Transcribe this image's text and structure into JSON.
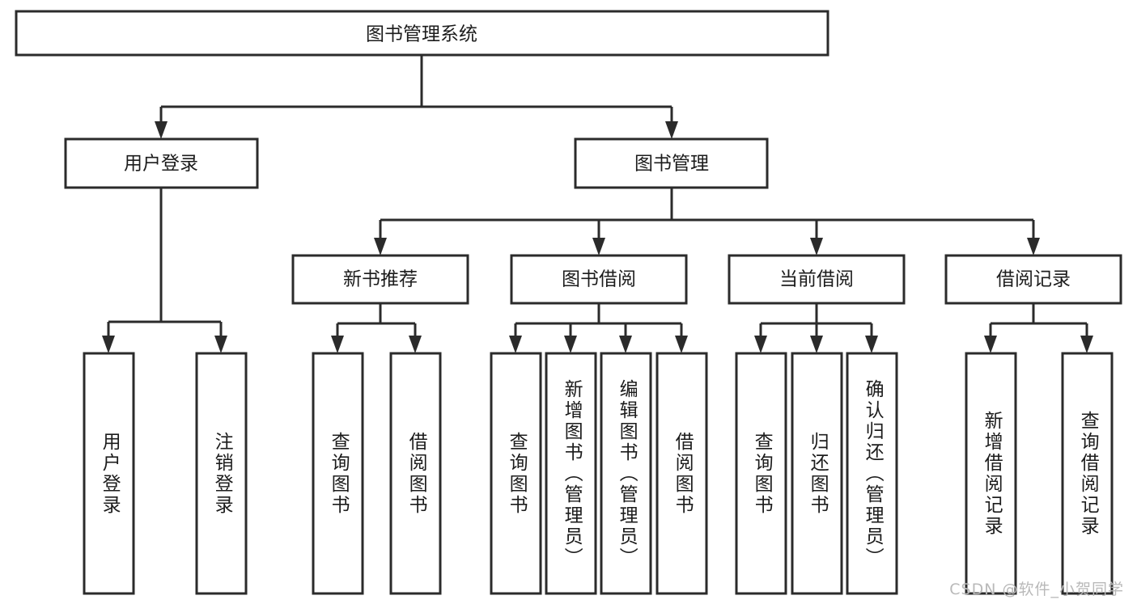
{
  "diagram": {
    "type": "tree",
    "title": "图书管理系统",
    "orientation": "top-down",
    "colors": {
      "stroke": "#2b2b2b",
      "fill": "#ffffff",
      "text": "#1c1c1c",
      "watermark": "#b9b9b9"
    },
    "root": {
      "label": "图书管理系统"
    },
    "level2": [
      {
        "label": "用户登录"
      },
      {
        "label": "图书管理"
      }
    ],
    "level3": [
      {
        "label": "新书推荐"
      },
      {
        "label": "图书借阅"
      },
      {
        "label": "当前借阅"
      },
      {
        "label": "借阅记录"
      }
    ],
    "leaves": {
      "user_login": [
        {
          "label": "用户登录"
        },
        {
          "label": "注销登录"
        }
      ],
      "new_book_recommend": [
        {
          "label": "查询图书"
        },
        {
          "label": "借阅图书"
        }
      ],
      "book_borrow": [
        {
          "label": "查询图书"
        },
        {
          "label": "新增图书（管理员）"
        },
        {
          "label": "编辑图书（管理员）"
        },
        {
          "label": "借阅图书"
        }
      ],
      "current_borrow": [
        {
          "label": "查询图书"
        },
        {
          "label": "归还图书"
        },
        {
          "label": "确认归还（管理员）"
        }
      ],
      "borrow_records": [
        {
          "label": "新增借阅记录"
        },
        {
          "label": "查询借阅记录"
        }
      ]
    },
    "watermark": "CSDN @软件_小贺同学"
  }
}
